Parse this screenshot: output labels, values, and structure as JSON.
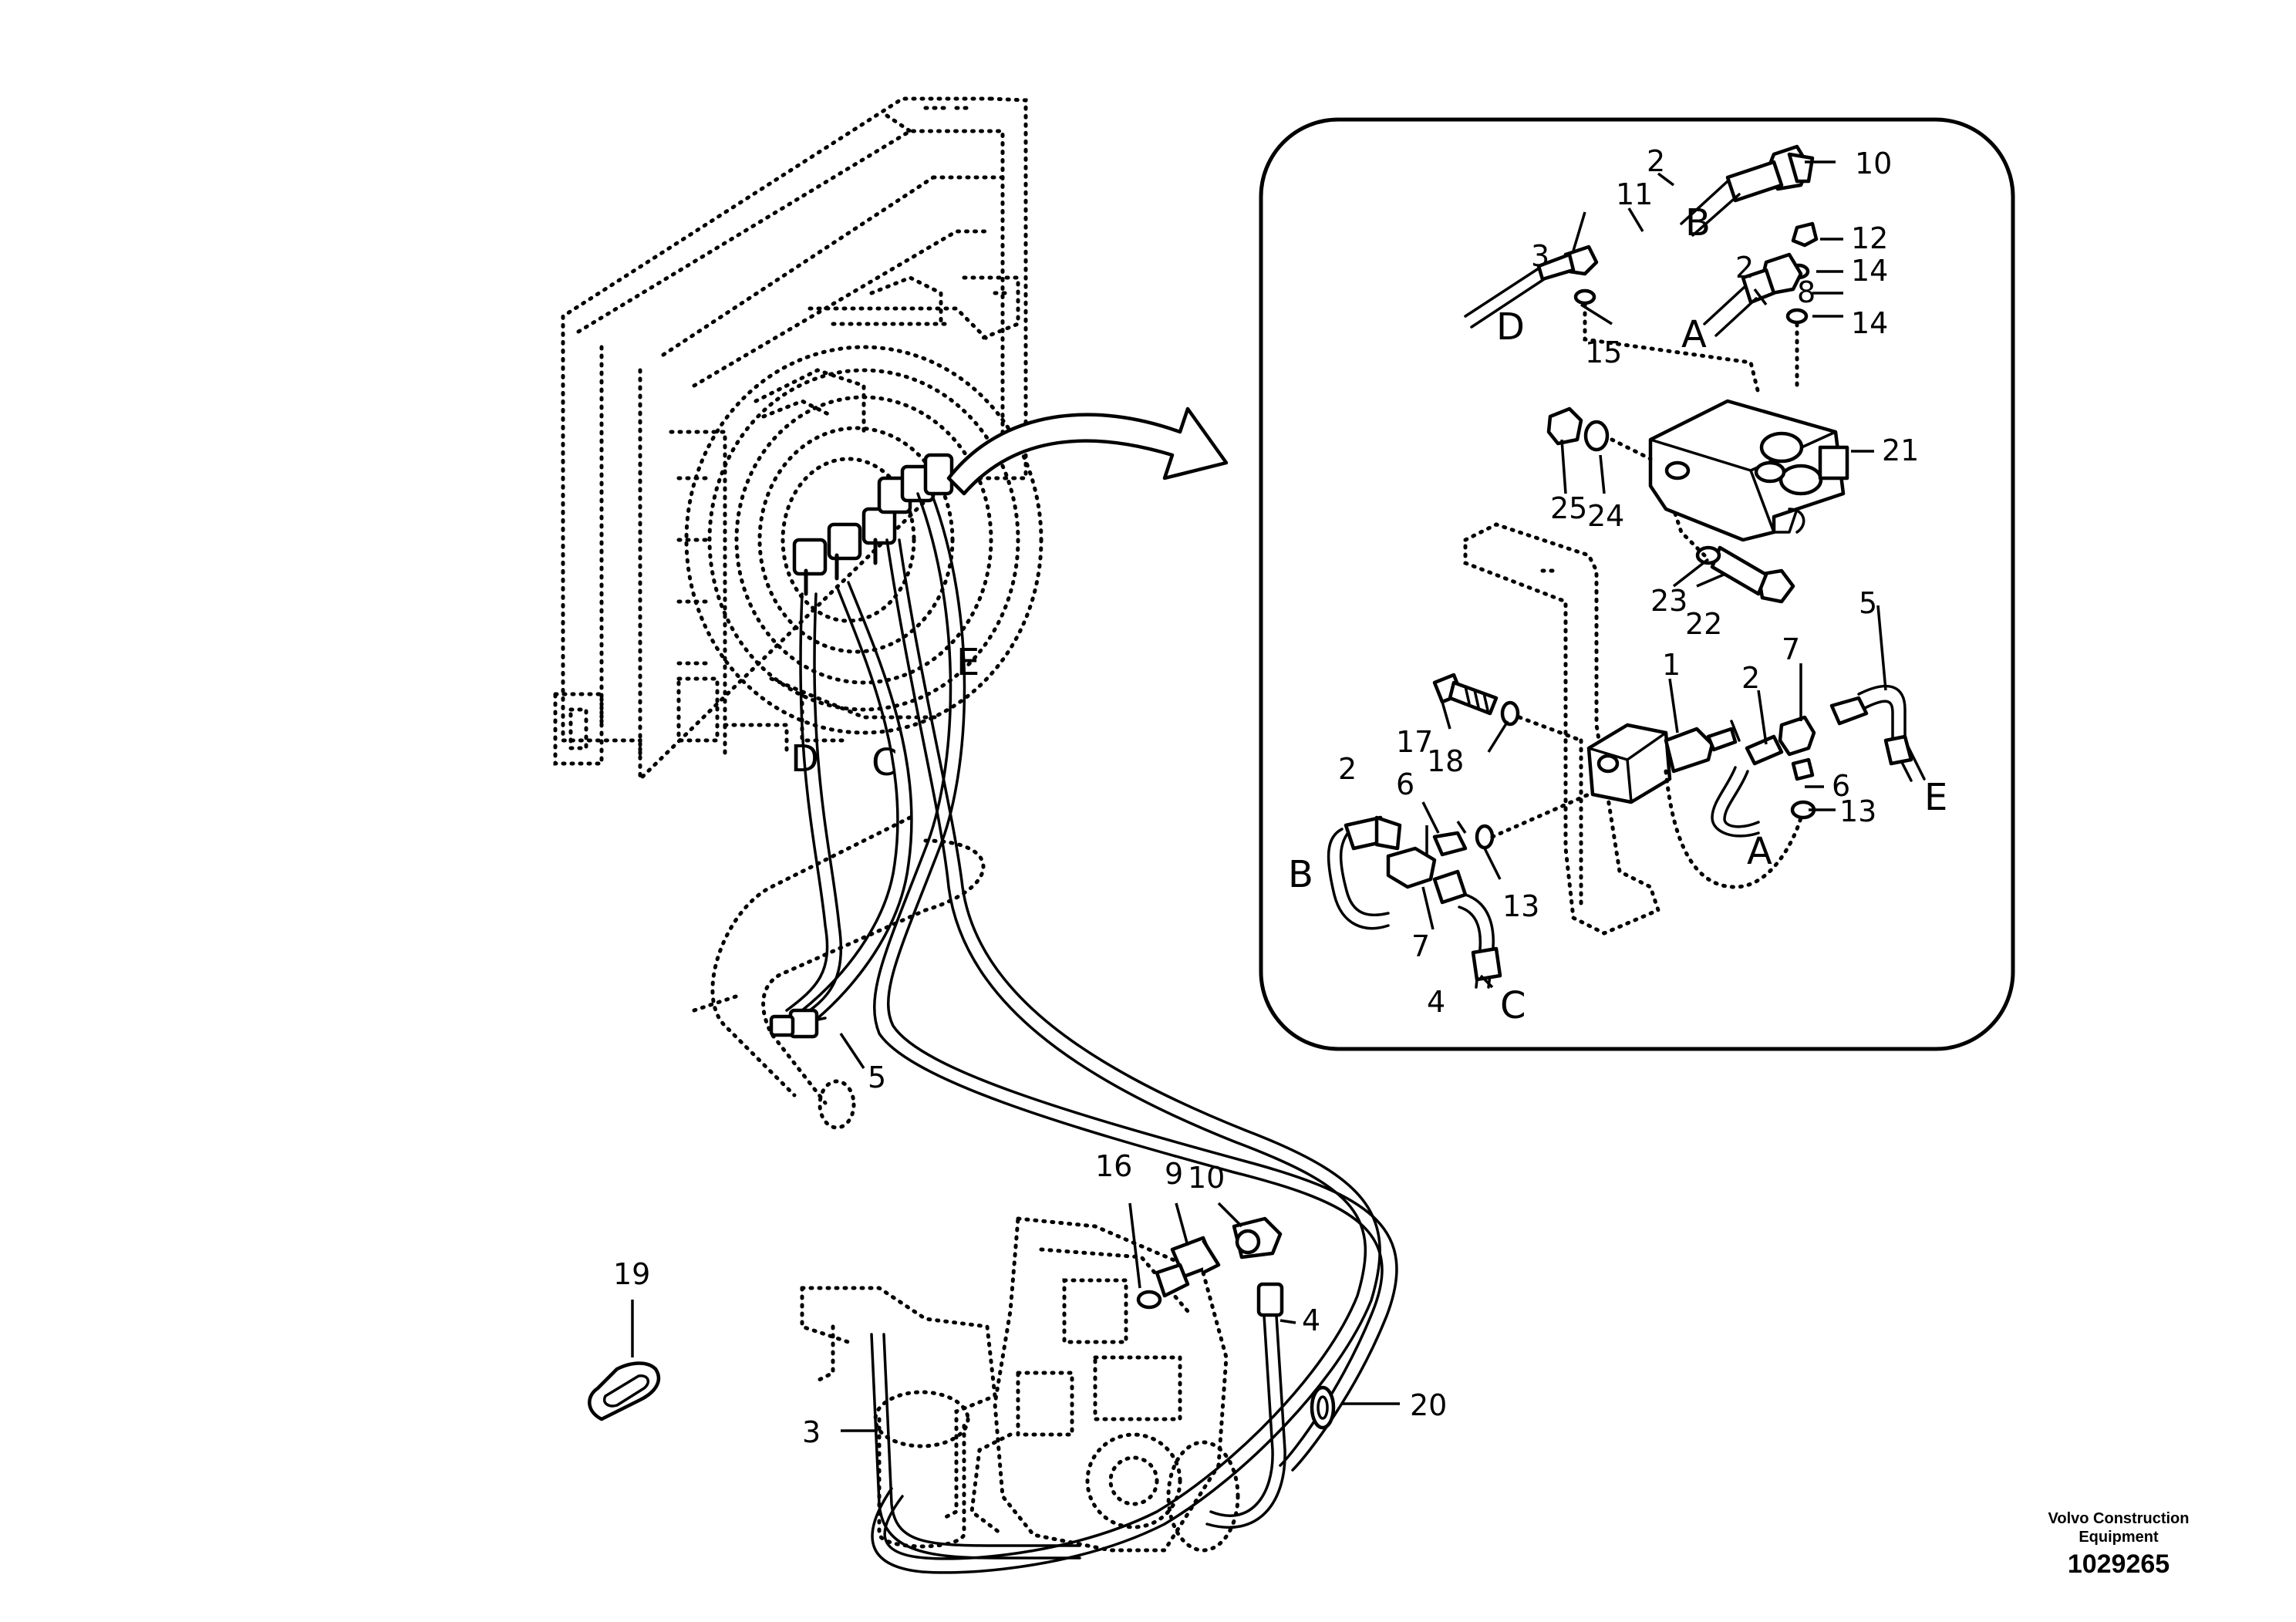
{
  "callouts": {
    "c1": "1",
    "c2a": "2",
    "c2b": "2",
    "c2c": "2",
    "c2d": "2",
    "c3a": "3",
    "c3b": "3",
    "c4a": "4",
    "c4b": "4",
    "c5a": "5",
    "c5b": "5",
    "c6a": "6",
    "c6b": "6",
    "c7a": "7",
    "c7b": "7",
    "c8": "8",
    "c9": "9",
    "c10a": "10",
    "c10b": "10",
    "c11": "11",
    "c12": "12",
    "c13a": "13",
    "c13b": "13",
    "c14a": "14",
    "c14b": "14",
    "c15": "15",
    "c16": "16",
    "c17": "17",
    "c18": "18",
    "c19": "19",
    "c20": "20",
    "c21": "21",
    "c22": "22",
    "c23": "23",
    "c24": "24",
    "c25": "25"
  },
  "connection_letters": {
    "a1": "A",
    "a2": "A",
    "b1": "B",
    "b2": "B",
    "c_main": "C",
    "c_detail": "C",
    "d_main": "D",
    "d_detail": "D",
    "e_main": "E",
    "e_detail": "E"
  },
  "footer": {
    "company": "Volvo Construction Equipment",
    "doc_number": "1029265"
  }
}
